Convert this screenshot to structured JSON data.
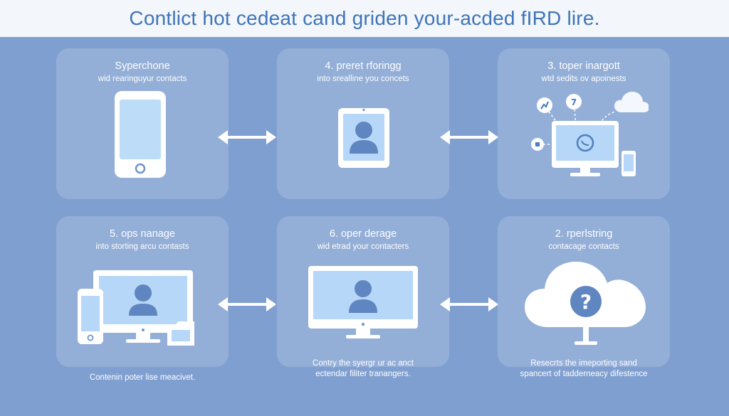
{
  "page": {
    "title": "Contlict hot cedeat cand griden your-acded fIRD lire.",
    "background_color": "#7f9fd0",
    "header_color": "#f3f6fb",
    "title_color": "#3f74b9"
  },
  "cards": [
    {
      "title": "Syperchone",
      "subtitle": "wid rearinguyur contacts",
      "icon": "smartphone-icon"
    },
    {
      "title": "4. preret rforingg",
      "subtitle": "into srealline you concets",
      "icon": "tablet-user-icon"
    },
    {
      "title": "3. toper inargott",
      "subtitle": "wtd sedits ov apoinests",
      "icon": "desktop-cloud-sync-icon"
    },
    {
      "title": "5. ops nanage",
      "subtitle": "into storting arcu contasts",
      "icon": "devices-user-icon",
      "caption": "Contenin poter lise meacivet."
    },
    {
      "title": "6. oper derage",
      "subtitle": "wid etrad your contacters",
      "icon": "monitor-user-icon",
      "caption": "Contry the syergr ur ac anct\nectendar filiter tranangers."
    },
    {
      "title": "2. rperlstring",
      "subtitle": "contacage contacts",
      "icon": "cloud-question-icon",
      "caption": "Resecrts the imeporting sand\nspancert of tadderneacy difestence"
    }
  ],
  "arrows": [
    {
      "name": "arrow-1-2-icon"
    },
    {
      "name": "arrow-2-3-icon"
    },
    {
      "name": "arrow-4-5-icon"
    },
    {
      "name": "arrow-5-6-icon"
    }
  ]
}
